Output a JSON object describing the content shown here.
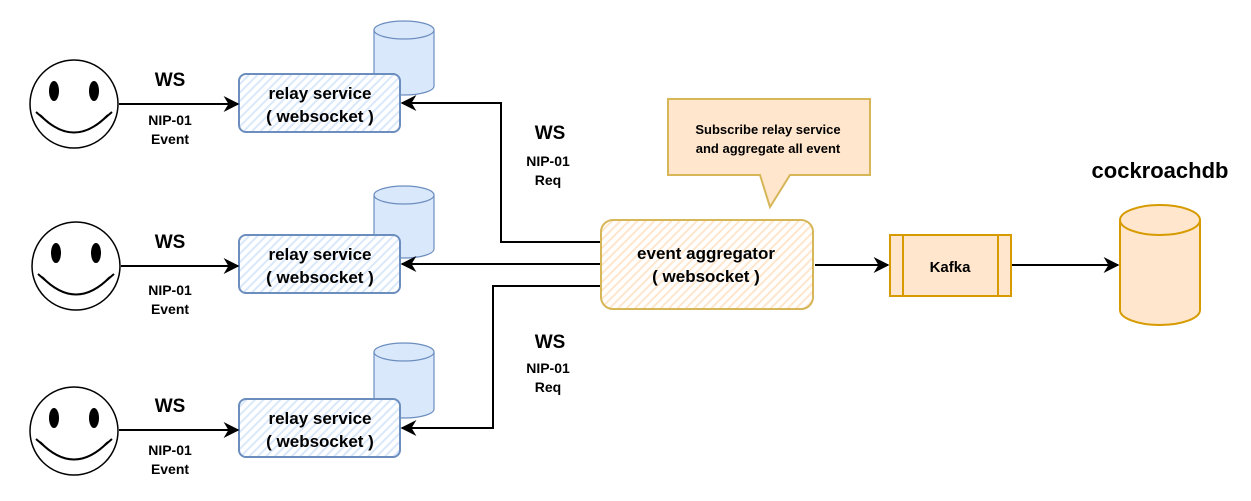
{
  "users": [
    {
      "protocol": "WS",
      "message_line1": "NIP-01",
      "message_line2": "Event"
    },
    {
      "protocol": "WS",
      "message_line1": "NIP-01",
      "message_line2": "Event"
    },
    {
      "protocol": "WS",
      "message_line1": "NIP-01",
      "message_line2": "Event"
    }
  ],
  "relays": [
    {
      "line1": "relay service",
      "line2": "( websocket )"
    },
    {
      "line1": "relay service",
      "line2": "( websocket )"
    },
    {
      "line1": "relay service",
      "line2": "( websocket )"
    }
  ],
  "aggregator_links": [
    {
      "protocol": "WS",
      "message_line1": "NIP-01",
      "message_line2": "Req"
    },
    {
      "protocol": "WS",
      "message_line1": "NIP-01",
      "message_line2": "Req"
    }
  ],
  "aggregator": {
    "line1": "event aggregator",
    "line2": "( websocket )"
  },
  "callout": {
    "line1": "Subscribe relay service",
    "line2": "and aggregate all event"
  },
  "kafka": {
    "label": "Kafka"
  },
  "database": {
    "label": "cockroachdb"
  },
  "colors": {
    "relay_fill": "#dae8fc",
    "relay_stroke": "#6c8ebf",
    "aggregator_fill": "#ffe6cc",
    "aggregator_stroke": "#d6b656",
    "callout_fill": "#ffe6cc",
    "kafka_stroke": "#d79b00",
    "db_stroke": "#d79b00",
    "edge": "#000000"
  }
}
